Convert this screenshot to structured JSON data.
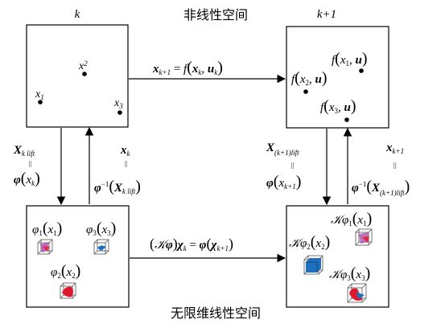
{
  "top_title": "非线性空间",
  "bottom_title": "无限维线性空间",
  "col_left_label": "k",
  "col_right_label": "k+1",
  "tl": {
    "x1": "x",
    "x1s": "1",
    "x2": "x",
    "x2s": "2",
    "x3": "x",
    "x3s": "3"
  },
  "tr": {
    "f": "f",
    "x": "x",
    "u": "u",
    "s1": "1",
    "s2": "2",
    "s3": "3"
  },
  "top_arrow": {
    "x": "x",
    "sub_k1": "k+1",
    "eq": " = ",
    "f": "f",
    "sub_k": "k",
    "u": "u"
  },
  "left_col": {
    "X": "X",
    "sub": "k lift",
    "eq": "||",
    "phi": "φ",
    "x": "x",
    "xsub": "k"
  },
  "mid_col": {
    "x": "x",
    "xsub": "k",
    "eq": "||",
    "phi": "φ",
    "inv": "−1",
    "X": "X",
    "Xsub": "k lift"
  },
  "right_col1": {
    "X": "X",
    "sub": "(k+1)lift",
    "eq": "||",
    "phi": "φ",
    "x": "x",
    "xsub": "k+1"
  },
  "right_col2": {
    "x": "x",
    "xsub": "k+1",
    "eq": "||",
    "phi": "φ",
    "inv": "−1",
    "X": "X",
    "Xsub": "(k+1)lift"
  },
  "bottom_arrow": {
    "K": "𝒦",
    "phi": "φ",
    "chi": "χ",
    "sub_k": "k",
    "eq": " = ",
    "sub_k1": "k+1"
  },
  "bl": {
    "phi": "φ",
    "x": "x",
    "s1": "1",
    "s2": "2",
    "s3": "3"
  },
  "br": {
    "K": "𝒦",
    "phi": "φ",
    "x": "x",
    "s1": "1",
    "s2": "2",
    "s3": "3"
  },
  "colors": {
    "red": "#e0182d",
    "blue": "#1f6fbf",
    "magenta": "#b04fb0"
  }
}
